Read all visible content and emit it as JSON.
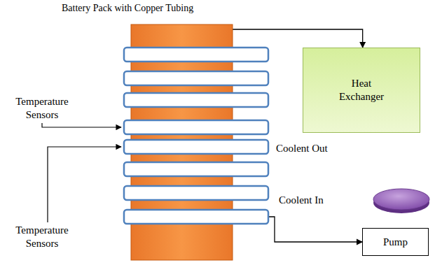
{
  "diagram": {
    "nodes": [
      {
        "text": [
          "Battery Pack with Copper Tubing"
        ]
      },
      {
        "text": [
          "Heat Exchanger"
        ]
      },
      {
        "text": [
          "Pump"
        ]
      }
    ],
    "edges": [
      {
        "from": 0,
        "to": 1,
        "arrow": "to"
      },
      {
        "from": 0,
        "to": 2,
        "arrow": "to"
      }
    ],
    "labels": [
      "Temperature Sensors",
      "Temperature Sensors",
      "Coolent Out",
      "Coolent In"
    ]
  }
}
